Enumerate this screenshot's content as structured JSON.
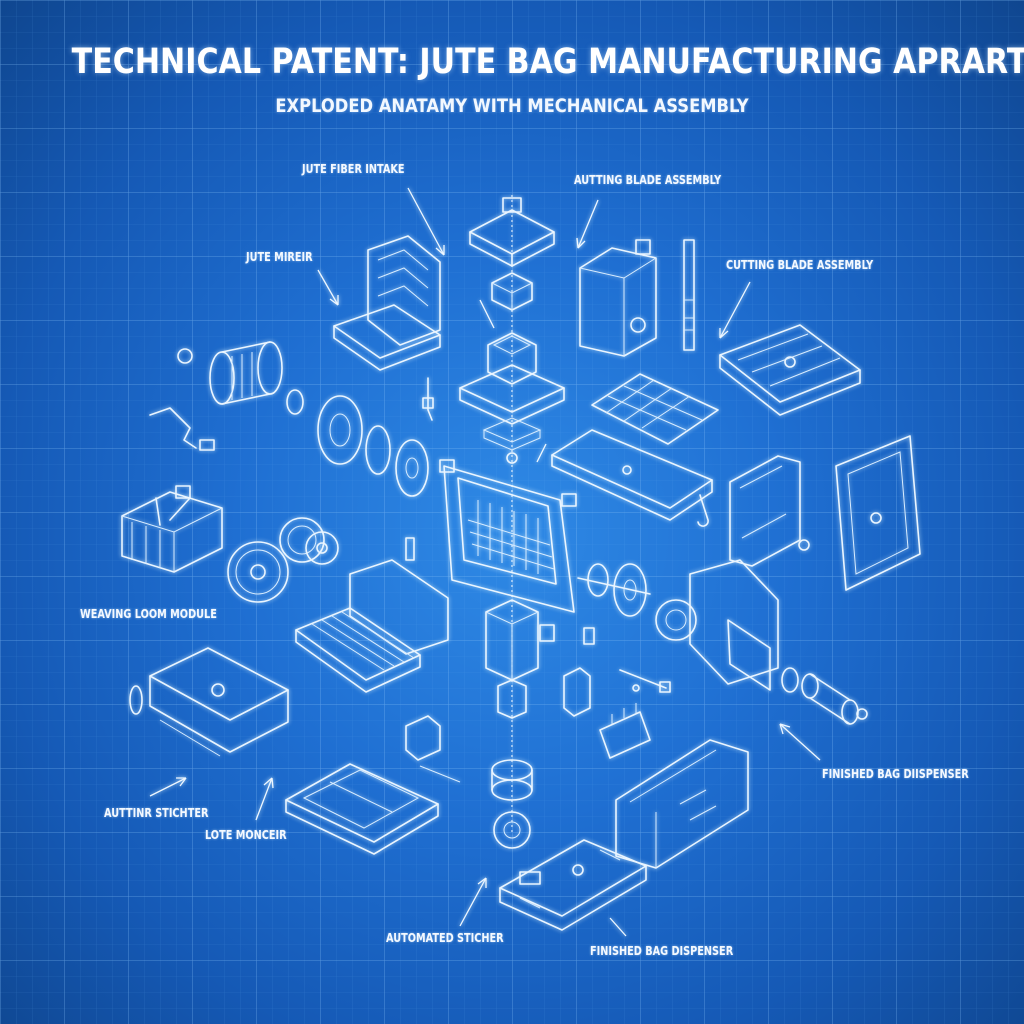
{
  "header": {
    "title": "TECHNICAL PATENT: JUTE BAG MANUFACTURING APRARTUS",
    "subtitle": "EXPLODED ANATAMY WITH MECHANICAL ASSEMBLY"
  },
  "callouts": {
    "jute_fiber_intake": "JUTE FIBER INTAKE",
    "autting_blade_top": "AUTTING BLADE ASSEMBLY",
    "jute_mireir": "JUTE MIREIR",
    "cutting_blade_right": "CUTTING BLADE ASSEMBLY",
    "weaving_loom": "WEAVING LOOM MODULE",
    "finished_bag_right": "FINISHED BAG DIISPENSER",
    "auttinr_stichter": "AUTTINR STICHTER",
    "lote_moncer": "LOTE MONCEIR",
    "automated_stitcher": "AUTOMATED STICHER",
    "finished_bag_bottom": "FINISHED BAG DISPENSER"
  },
  "colors": {
    "background": "#1f6fd2",
    "grid_minor": "#5aa2ee",
    "grid_major": "#7cb8f4",
    "linework": "#eaf5ff"
  }
}
